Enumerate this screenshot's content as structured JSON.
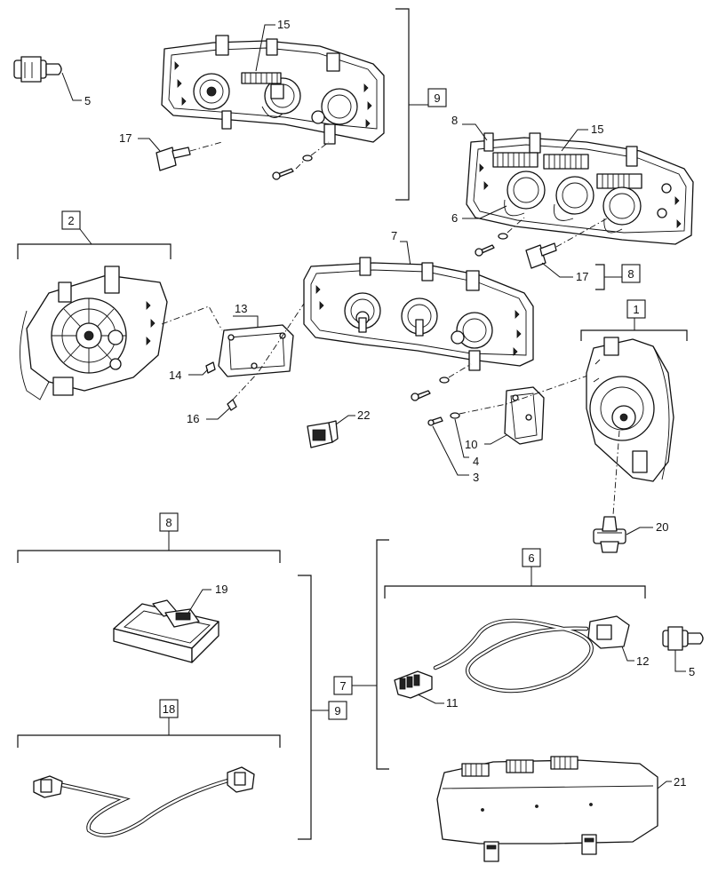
{
  "diagram": {
    "callouts": {
      "c1": "1",
      "c2": "2",
      "c3": "3",
      "c4": "4",
      "c5a": "5",
      "c5b": "5",
      "c6": "6",
      "c6box": "6",
      "c7a": "7",
      "c7box": "7",
      "c8a": "8",
      "c8box": "8",
      "c8box2": "8",
      "c9box": "9",
      "c9box2": "9",
      "c10": "10",
      "c11": "11",
      "c12": "12",
      "c13": "13",
      "c14": "14",
      "c15a": "15",
      "c15b": "15",
      "c16": "16",
      "c17a": "17",
      "c17b": "17",
      "c18box": "18",
      "c19": "19",
      "c20": "20",
      "c21": "21",
      "c22": "22",
      "c2box": "2",
      "c1box": "1"
    }
  }
}
